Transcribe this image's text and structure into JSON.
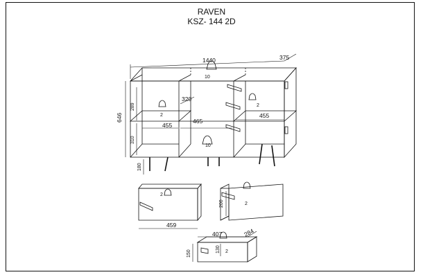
{
  "header": {
    "product_name": "RAVEN",
    "model_code": "KSZ- 144 2D"
  },
  "dimensions": {
    "overall_width": "1440",
    "overall_depth": "375",
    "overall_height": "646",
    "inner_depth": "320",
    "upper_compartment_height": "289",
    "lower_compartment_height": "310",
    "leg_height": "180",
    "left_section_width": "455",
    "middle_section_width": "465",
    "right_section_width": "455",
    "drawer_width": "459",
    "drawer_front_height": "200",
    "drawer_box_width": "407",
    "drawer_box_depth": "284",
    "drawer_box_outer_height": "150",
    "drawer_box_inner_height": "130"
  },
  "callouts": {
    "hardware_top": "10",
    "hardware_bottom": "10",
    "shelf_left": "2",
    "shelf_right": "2",
    "drawer_left": "2",
    "drawer_right": "2",
    "drawer_box": "2"
  },
  "colors": {
    "line": "#111111",
    "background": "#ffffff"
  }
}
